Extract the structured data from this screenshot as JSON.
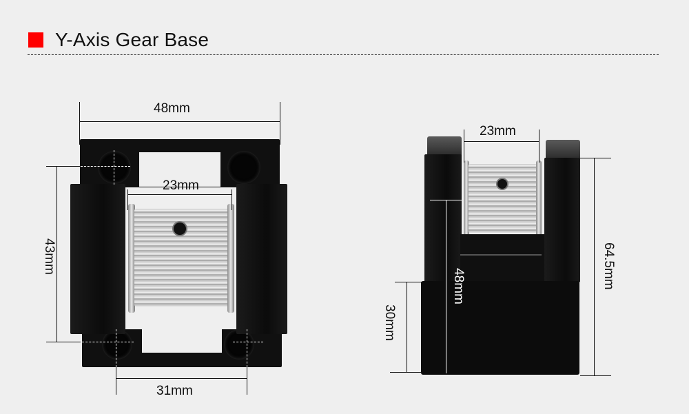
{
  "header": {
    "title": "Y-Axis Gear Base",
    "marker_color": "#ff0000"
  },
  "left_view": {
    "dimensions": {
      "overall_width": "48mm",
      "pulley_width": "23mm",
      "hole_spacing_vertical": "43mm",
      "hole_spacing_horizontal": "31mm"
    }
  },
  "right_view": {
    "dimensions": {
      "pulley_width": "23mm",
      "overall_height": "64.5mm",
      "shaft_height": "48mm",
      "base_height": "30mm"
    }
  },
  "colors": {
    "background": "#efefef",
    "part_body": "#101010",
    "pulley": "#d0d0d0",
    "dimension_line": "#111111"
  }
}
